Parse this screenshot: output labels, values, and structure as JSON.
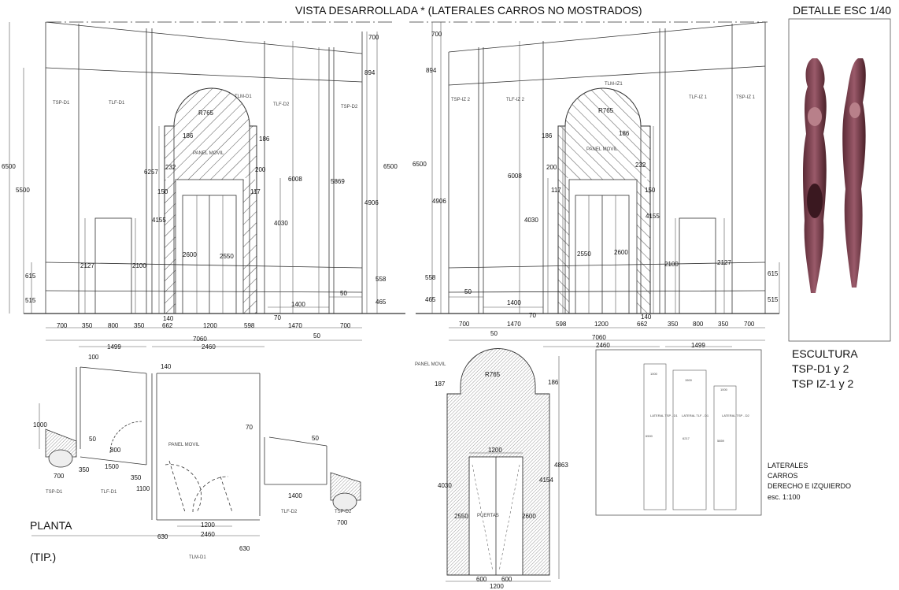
{
  "titles": {
    "main": "VISTA DESARROLLADA  * (LATERALES CARROS NO MOSTRADOS)",
    "detail": "DETALLE ESC 1/40",
    "planta": "PLANTA",
    "tip": "(TIP.)"
  },
  "sculpture": {
    "line1": "ESCULTURA",
    "line2": "TSP-D1 y 2",
    "line3": "TSP IZ-1 y 2"
  },
  "laterales": {
    "line1": "LATERALES",
    "line2": "CARROS",
    "line3": "DERECHO E IZQUIERDO",
    "line4": "esc.  1:100",
    "panels": [
      {
        "top": "1000",
        "name": "LATERAL TSP - D1",
        "side": "6500"
      },
      {
        "top": "1500",
        "name": "LATERAL TLF - D1",
        "side": "6217"
      },
      {
        "top": "1000",
        "name": "LATERAL TSP - D2",
        "side": "5859"
      }
    ]
  },
  "left_elevation": {
    "zones": [
      "TSP-D1",
      "TLF-D1",
      "TLM-D1",
      "TLF-D2",
      "TSP-D2"
    ],
    "panel": "PANEL MOVIL",
    "radius": "R765",
    "dims": {
      "d700": "700",
      "d894": "894",
      "d6500": "6500",
      "d5500": "5500",
      "d6500r": "6500",
      "d4906": "4906",
      "d6257": "6257",
      "d6008": "6008",
      "d5869": "5869",
      "d4155": "4155",
      "d4030": "4030",
      "d2600": "2600",
      "d2550": "2550",
      "d2127": "2127",
      "d2100": "2100",
      "d615": "615",
      "d515": "515",
      "d558": "558",
      "d465": "465",
      "d186a": "186",
      "d186b": "186",
      "d232": "232",
      "d200": "200",
      "d150": "150",
      "d117": "117",
      "d1400": "1400",
      "d50": "50",
      "d70": "70",
      "d140": "140"
    },
    "bottom_row": [
      "700",
      "350",
      "800",
      "350",
      "662",
      "1200",
      "598",
      "1470",
      "700"
    ],
    "sub": {
      "d1499": "1499",
      "d7060": "7060",
      "d2460": "2460",
      "d50": "50"
    }
  },
  "right_elevation": {
    "zones": [
      "TSP-IZ 2",
      "TLF-IZ 2",
      "TLM-IZ1",
      "TLF-IZ 1",
      "TSP-IZ 1"
    ],
    "panel": "PANEL MOVIL",
    "radius": "R765",
    "dims": {
      "d700": "700",
      "d894": "894",
      "d6500": "6500",
      "d4906": "4906",
      "d6008": "6008",
      "d4030": "4030",
      "d4155": "4155",
      "d2550": "2550",
      "d2600": "2600",
      "d2100": "2100",
      "d2127": "2127",
      "d615": "615",
      "d515": "515",
      "d558": "558",
      "d465": "465",
      "d186a": "186",
      "d186b": "186",
      "d200": "200",
      "d232": "232",
      "d117": "117",
      "d150": "150",
      "d1400": "1400",
      "d50": "50",
      "d70": "70",
      "d140": "140"
    },
    "bottom_row": [
      "700",
      "1470",
      "598",
      "1200",
      "662",
      "350",
      "800",
      "350",
      "700"
    ],
    "sub": {
      "d50": "50",
      "d7060": "7060",
      "d2460": "2460",
      "d1499": "1499"
    }
  },
  "planta": {
    "labels": [
      "TSP-D1",
      "TLF-D1",
      "TLM-D1",
      "TLF-D2",
      "TSP-D2",
      "PANEL MOVIL"
    ],
    "dims": {
      "d100": "100",
      "d140": "140",
      "d1000": "1000",
      "d50a": "50",
      "d800": "800",
      "d700a": "700",
      "d350a": "350",
      "d1500": "1500",
      "d350b": "350",
      "d1100": "1100",
      "d70": "70",
      "d50b": "50",
      "d1400": "1400",
      "d700b": "700",
      "d1200": "1200",
      "d630a": "630",
      "d2460": "2460",
      "d630b": "630"
    }
  },
  "door_detail": {
    "panel": "PANEL MOVIL",
    "radius": "R765",
    "center": "PUERTAS",
    "dims": {
      "d187": "187",
      "d186": "186",
      "d1200": "1200",
      "d4863": "4863",
      "d4154": "4154",
      "d4030": "4030",
      "d2550": "2550",
      "d2600": "2600",
      "d600a": "600",
      "d600b": "600",
      "d1200b": "1200"
    }
  }
}
